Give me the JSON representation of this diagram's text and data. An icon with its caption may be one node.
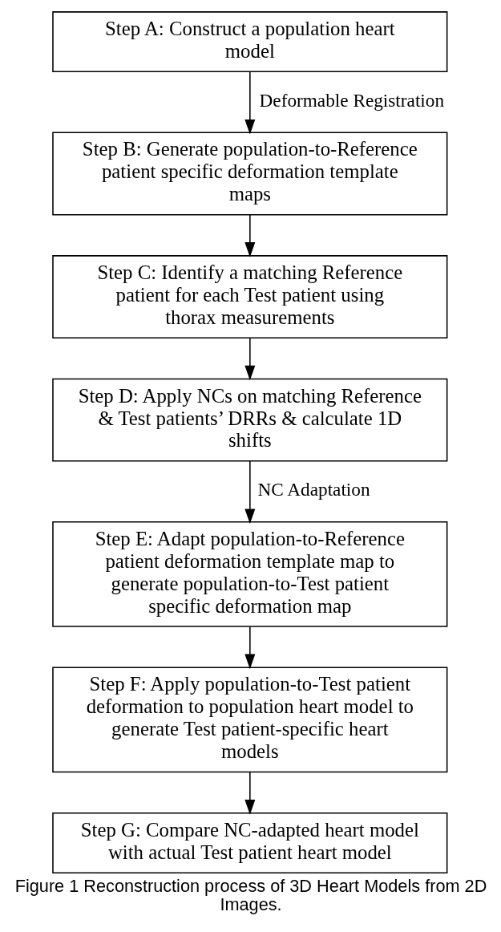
{
  "diagram": {
    "caption": "Figure 1 Reconstruction process of 3D Heart Models from 2D Images.",
    "nodes": [
      {
        "text": [
          "Step A: Construct a population heart model"
        ]
      },
      {
        "text": [
          "Step B: Generate population-to-Reference patient specific deformation template maps"
        ]
      },
      {
        "text": [
          "Step C: Identify a matching Reference patient for each Test patient using thorax measurements"
        ]
      },
      {
        "text": [
          "Step D: Apply NCs on matching Reference & Test patients’ DRRs & calculate 1D shifts"
        ]
      },
      {
        "text": [
          "Step E: Adapt population-to-Reference patient deformation template map to generate population-to-Test patient specific deformation map"
        ]
      },
      {
        "text": [
          "Step F: Apply population-to-Test patient deformation to population heart model to generate Test patient-specific heart models"
        ]
      },
      {
        "text": [
          "Step G: Compare NC-adapted heart model with actual Test patient heart model"
        ]
      }
    ],
    "edges": [
      {
        "from": 0,
        "to": 1,
        "arrow": "to",
        "label": "Deformable Registration"
      },
      {
        "from": 1,
        "to": 2,
        "arrow": "to"
      },
      {
        "from": 2,
        "to": 3,
        "arrow": "to"
      },
      {
        "from": 3,
        "to": 4,
        "arrow": "to",
        "label": "NC Adaptation"
      },
      {
        "from": 4,
        "to": 5,
        "arrow": "to"
      },
      {
        "from": 5,
        "to": 6,
        "arrow": "to"
      }
    ]
  }
}
